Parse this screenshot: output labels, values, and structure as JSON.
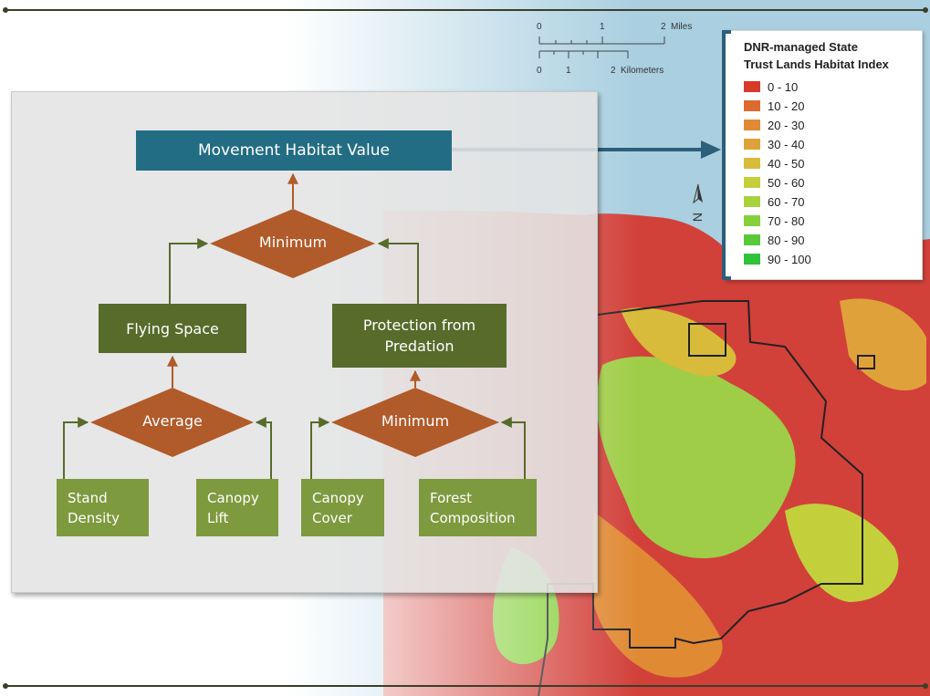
{
  "diagram": {
    "top_box": "Movement Habitat Value",
    "top_operator": "Minimum",
    "left_box": "Flying Space",
    "right_box": "Protection from Predation",
    "left_operator": "Average",
    "right_operator": "Minimum",
    "leaves": [
      {
        "line1": "Stand",
        "line2": "Density"
      },
      {
        "line1": "Canopy",
        "line2": "Lift"
      },
      {
        "line1": "Canopy",
        "line2": "Cover"
      },
      {
        "line1": "Forest",
        "line2": "Composition"
      }
    ]
  },
  "scale_bar": {
    "miles_ticks": [
      "0",
      "1",
      "2"
    ],
    "miles_unit": "Miles",
    "km_ticks": [
      "0",
      "1",
      "2"
    ],
    "km_unit": "Kilometers"
  },
  "north_arrow": "N",
  "legend": {
    "title_line1": "DNR-managed State",
    "title_line2": "Trust Lands Habitat Index",
    "items": [
      {
        "label": "0 - 10",
        "color": "#d73a2b"
      },
      {
        "label": "10 - 20",
        "color": "#dc6a2e"
      },
      {
        "label": "20 - 30",
        "color": "#e08a34"
      },
      {
        "label": "30 - 40",
        "color": "#dfa23a"
      },
      {
        "label": "40 - 50",
        "color": "#d8bb3b"
      },
      {
        "label": "50 - 60",
        "color": "#c4cf3c"
      },
      {
        "label": "60 - 70",
        "color": "#a9d23f"
      },
      {
        "label": "70 - 80",
        "color": "#87d03d"
      },
      {
        "label": "80 - 90",
        "color": "#58c93a"
      },
      {
        "label": "90 - 100",
        "color": "#2fc23a"
      }
    ]
  },
  "colors": {
    "top_box": "#236d84",
    "operator": "#b15a2a",
    "mid_box": "#576b2a",
    "leaf_box": "#7e9a3e",
    "water": "#a9cfe0",
    "connector_arrow": "#2d5e7a"
  }
}
